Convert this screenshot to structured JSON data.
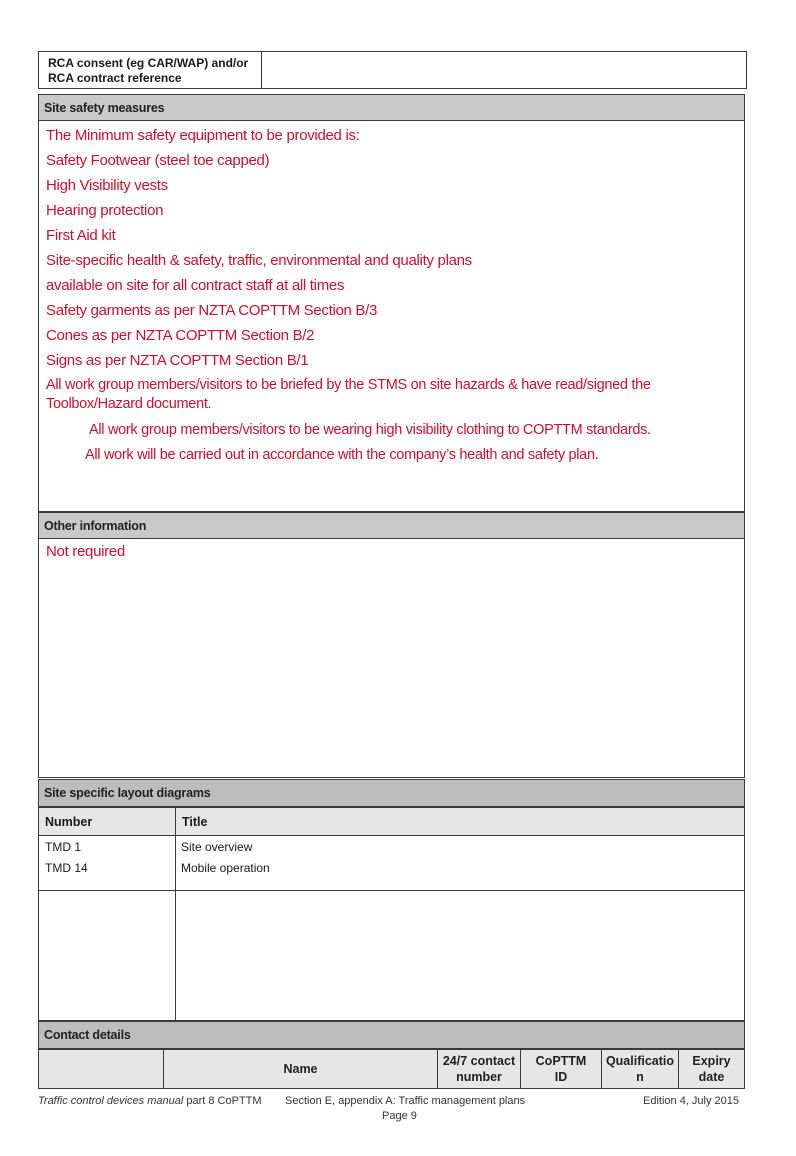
{
  "rca": {
    "label_line1": "RCA consent (eg CAR/WAP) and/or",
    "label_line2": "RCA contract reference",
    "value": ""
  },
  "safety": {
    "header": "Site safety measures",
    "lines": [
      "The Minimum safety equipment to be provided is:",
      "Safety Footwear (steel toe capped)",
      "High Visibility vests",
      "Hearing protection",
      "First Aid kit",
      "Site-specific health & safety, traffic, environmental and quality plans",
      "available on site for all contract staff at all times",
      "Safety garments as per NZTA  COPTTM Section B/3",
      "Cones as per NZTA  COPTTM Section B/2",
      "Signs as per NZTA COPTTM Section B/1",
      "All work group members/visitors to be briefed by the STMS on site hazards & have read/signed the",
      "Toolbox/Hazard document.",
      "All work group members/visitors to be wearing high visibility clothing to COPTTM standards.",
      "All work will be carried out in accordance with the company’s health and safety plan."
    ]
  },
  "other": {
    "header": "Other information",
    "text": "Not required"
  },
  "layout": {
    "header": "Site specific layout diagrams",
    "col_number": "Number",
    "col_title": "Title",
    "rows": [
      {
        "number": "TMD 1",
        "title": "Site overview"
      },
      {
        "number": "TMD 14",
        "title": "Mobile operation"
      }
    ]
  },
  "contact": {
    "header": "Contact details",
    "columns": [
      "",
      "Name",
      "24/7 contact number",
      "CoPTTM ID",
      "Qualification",
      "Expiry date"
    ],
    "col_247_line1": "24/7 contact",
    "col_247_line2": "number",
    "col_id_line1": "CoPTTM",
    "col_id_line2": "ID",
    "col_qual_line1": "Qualificatio",
    "col_qual_line2": "n",
    "col_exp_line1": "Expiry",
    "col_exp_line2": "date"
  },
  "footer": {
    "manual_italic": "Traffic control devices manual",
    "manual_rest": " part 8 CoPTTM",
    "section": "Section E, appendix A: Traffic management plans",
    "page": "Page 9",
    "edition": "Edition 4, July 2015"
  }
}
